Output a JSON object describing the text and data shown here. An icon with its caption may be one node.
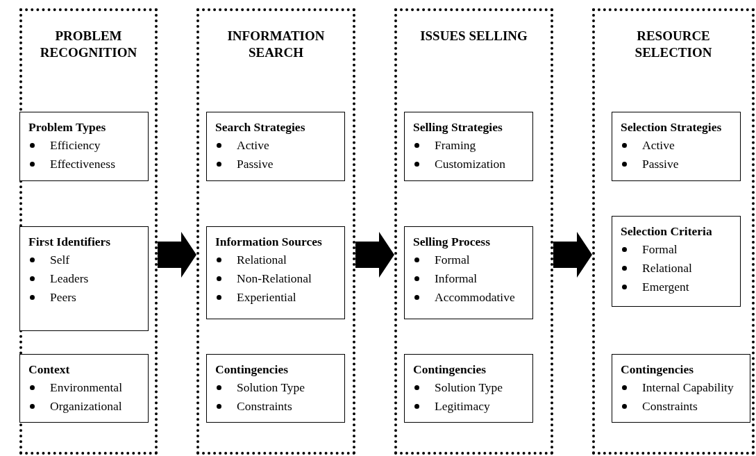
{
  "diagram": {
    "nodes": [
      {
        "text": [
          "PROBLEM RECOGNITION"
        ]
      },
      {
        "text": [
          "Problem Types",
          "Efficiency",
          "Effectiveness"
        ],
        "in": 0
      },
      {
        "text": [
          "First Identifiers",
          "Self",
          "Leaders",
          "Peers"
        ],
        "in": 0
      },
      {
        "text": [
          "Context",
          "Environmental",
          "Organizational"
        ],
        "in": 0
      },
      {
        "text": [
          "INFORMATION SEARCH"
        ]
      },
      {
        "text": [
          "Search Strategies",
          "Active",
          "Passive"
        ],
        "in": 4
      },
      {
        "text": [
          "Information Sources",
          "Relational",
          "Non-Relational",
          "Experiential"
        ],
        "in": 4
      },
      {
        "text": [
          "Contingencies",
          "Solution Type",
          "Constraints"
        ],
        "in": 4
      },
      {
        "text": [
          "ISSUES SELLING"
        ]
      },
      {
        "text": [
          "Selling Strategies",
          "Framing",
          "Customization"
        ],
        "in": 8
      },
      {
        "text": [
          "Selling Process",
          "Formal",
          "Informal",
          "Accommodative"
        ],
        "in": 8
      },
      {
        "text": [
          "Contingencies",
          "Solution Type",
          "Legitimacy"
        ],
        "in": 8
      },
      {
        "text": [
          "RESOURCE SELECTION"
        ]
      },
      {
        "text": [
          "Selection Strategies",
          "Active",
          "Passive"
        ],
        "in": 12
      },
      {
        "text": [
          "Selection Criteria",
          "Formal",
          "Relational",
          "Emergent"
        ],
        "in": 12
      },
      {
        "text": [
          "Contingencies",
          "Internal Capability",
          "Constraints"
        ],
        "in": 12
      }
    ],
    "edges": [
      {
        "from": 0,
        "to": 4,
        "arrow": "to"
      },
      {
        "from": 4,
        "to": 8,
        "arrow": "to"
      },
      {
        "from": 8,
        "to": 12,
        "arrow": "to"
      }
    ]
  }
}
